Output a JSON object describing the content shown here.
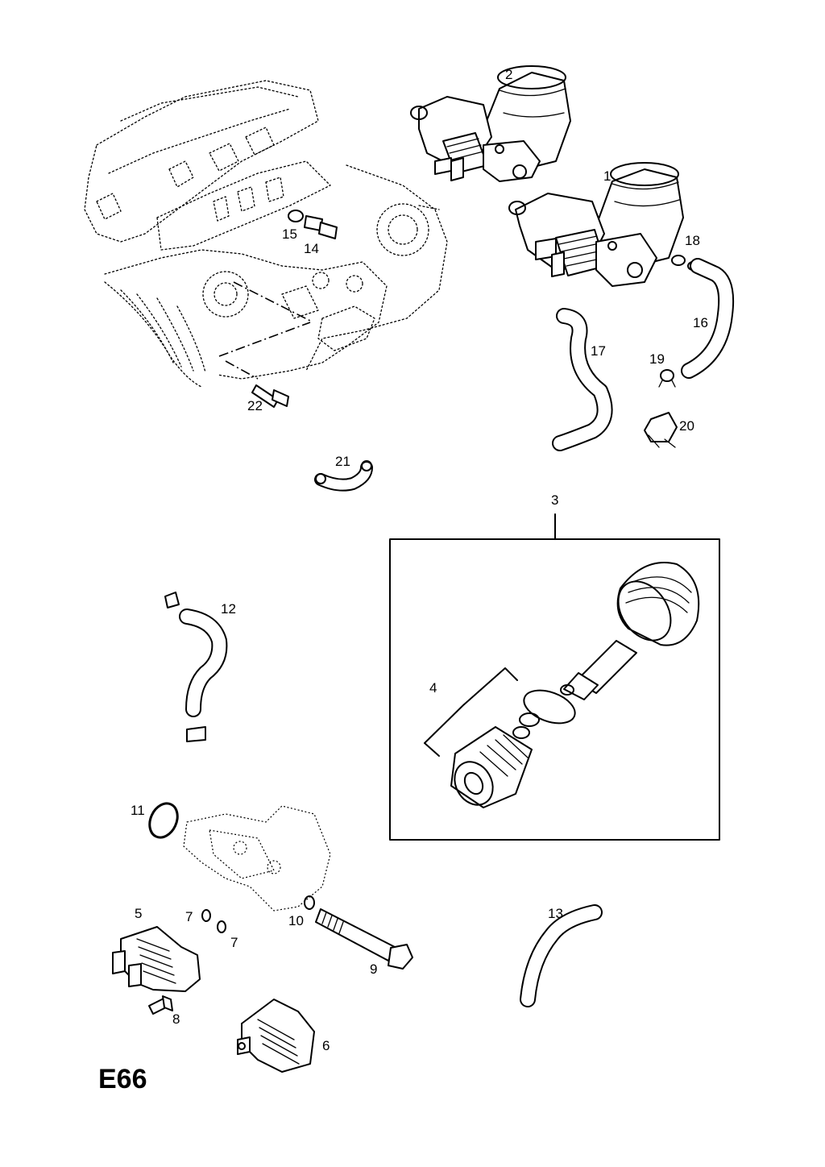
{
  "page_code": "E66",
  "callouts": {
    "c1": "1",
    "c2": "2",
    "c3": "3",
    "c4": "4",
    "c5": "5",
    "c6": "6",
    "c7a": "7",
    "c7b": "7",
    "c8": "8",
    "c9": "9",
    "c10": "10",
    "c11": "11",
    "c12": "12",
    "c13": "13",
    "c14": "14",
    "c15": "15",
    "c16": "16",
    "c17": "17",
    "c18": "18",
    "c19": "19",
    "c20": "20",
    "c21": "21",
    "c22": "22"
  }
}
